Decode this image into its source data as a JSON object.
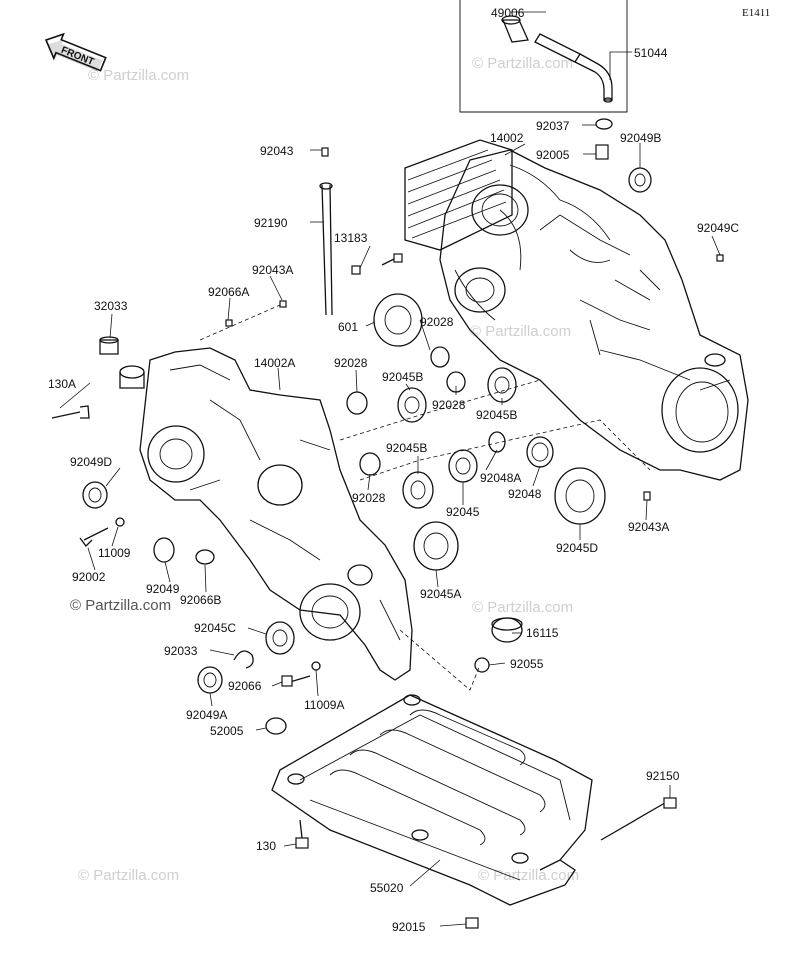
{
  "diagram": {
    "code": "E1411",
    "front_label": "FRONT",
    "watermark": "© Partzilla.com",
    "labels": [
      {
        "id": "49006",
        "text": "49006"
      },
      {
        "id": "51044",
        "text": "51044"
      },
      {
        "id": "92037",
        "text": "92037"
      },
      {
        "id": "14002",
        "text": "14002"
      },
      {
        "id": "92049B",
        "text": "92049B"
      },
      {
        "id": "92005",
        "text": "92005"
      },
      {
        "id": "92043",
        "text": "92043"
      },
      {
        "id": "92190",
        "text": "92190"
      },
      {
        "id": "13183",
        "text": "13183"
      },
      {
        "id": "92049C",
        "text": "92049C"
      },
      {
        "id": "92043A-top",
        "text": "92043A"
      },
      {
        "id": "92066A",
        "text": "92066A"
      },
      {
        "id": "32033",
        "text": "32033"
      },
      {
        "id": "601",
        "text": "601"
      },
      {
        "id": "92028-a",
        "text": "92028"
      },
      {
        "id": "130A",
        "text": "130A"
      },
      {
        "id": "14002A",
        "text": "14002A"
      },
      {
        "id": "92028-b",
        "text": "92028"
      },
      {
        "id": "92045B-a",
        "text": "92045B"
      },
      {
        "id": "92028-c",
        "text": "92028"
      },
      {
        "id": "92045B-b",
        "text": "92045B"
      },
      {
        "id": "92049D",
        "text": "92049D"
      },
      {
        "id": "92045B-c",
        "text": "92045B"
      },
      {
        "id": "92048A",
        "text": "92048A"
      },
      {
        "id": "92028-d",
        "text": "92028"
      },
      {
        "id": "92048",
        "text": "92048"
      },
      {
        "id": "92045",
        "text": "92045"
      },
      {
        "id": "92043A-right",
        "text": "92043A"
      },
      {
        "id": "11009",
        "text": "11009"
      },
      {
        "id": "92002",
        "text": "92002"
      },
      {
        "id": "92049",
        "text": "92049"
      },
      {
        "id": "92045D",
        "text": "92045D"
      },
      {
        "id": "92066B",
        "text": "92066B"
      },
      {
        "id": "92045A",
        "text": "92045A"
      },
      {
        "id": "92045C",
        "text": "92045C"
      },
      {
        "id": "16115",
        "text": "16115"
      },
      {
        "id": "92033",
        "text": "92033"
      },
      {
        "id": "92055",
        "text": "92055"
      },
      {
        "id": "92066",
        "text": "92066"
      },
      {
        "id": "11009A",
        "text": "11009A"
      },
      {
        "id": "92049A",
        "text": "92049A"
      },
      {
        "id": "52005",
        "text": "52005"
      },
      {
        "id": "92150",
        "text": "92150"
      },
      {
        "id": "130",
        "text": "130"
      },
      {
        "id": "55020",
        "text": "55020"
      },
      {
        "id": "92015",
        "text": "92015"
      }
    ]
  }
}
